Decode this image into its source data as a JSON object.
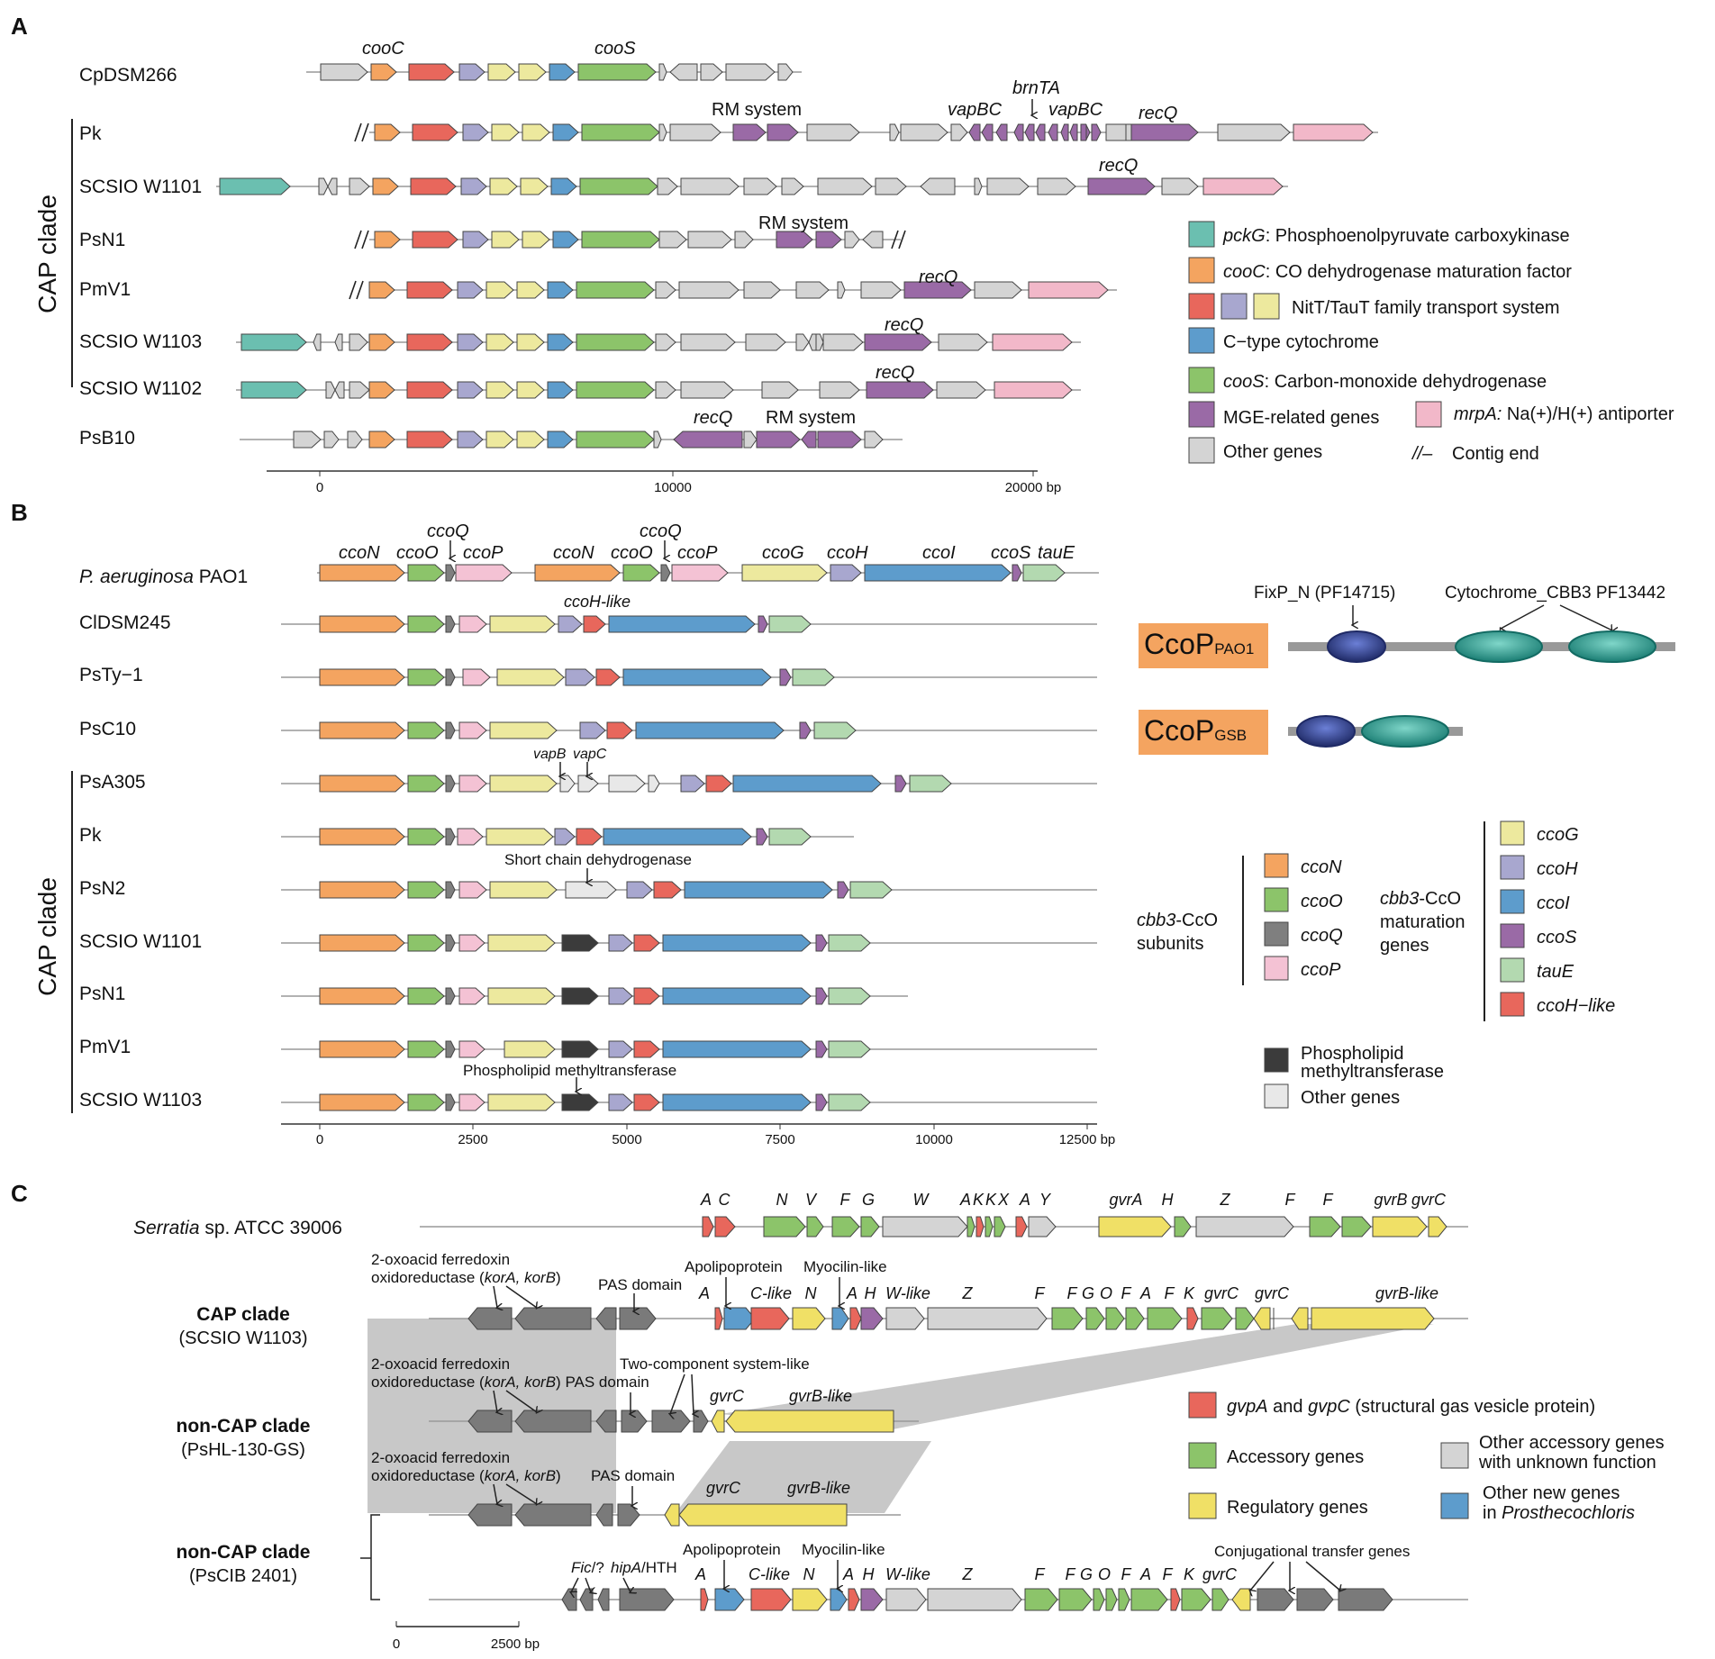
{
  "colors": {
    "pckG": "#6bbfb0",
    "cooC": "#f4a460",
    "nitA": "#e8675c",
    "nitB": "#a8a7cf",
    "nitC": "#ede99e",
    "cyt": "#5d9ccc",
    "cooS": "#8cc46a",
    "mge": "#9a6aa6",
    "mrpA": "#f2b8c9",
    "other": "#d4d4d4",
    "ccoN": "#f4a460",
    "ccoO": "#8cc46a",
    "ccoQ": "#7f7f7f",
    "ccoP": "#f4c2d4",
    "ccoG": "#ede99e",
    "ccoH": "#a8a7cf",
    "ccoI": "#5d9ccc",
    "ccoS": "#9a6aa6",
    "tauE": "#b3d9b0",
    "ccoHL": "#e8675c",
    "plmt": "#3b3b3b",
    "otherB": "#e8e8e8",
    "gvpAC": "#e8675c",
    "acc": "#8cc46a",
    "reg": "#f0e066",
    "unk": "#d4d4d4",
    "newg": "#5d9ccc",
    "dark": "#7a7a7a",
    "domainBox": "#f4a460",
    "fixP": "#2d3a8c",
    "cytCBB3": "#2aa198",
    "shade": "#c8c8c8"
  },
  "panels": {
    "a": "A",
    "b": "B",
    "c": "C"
  },
  "panelA": {
    "strains": [
      "CpDSM266",
      "Pk",
      "SCSIO W1101",
      "PsN1",
      "PmV1",
      "SCSIO W1103",
      "SCSIO W1102",
      "PsB10"
    ],
    "clade": "CAP clade",
    "gene_labels": {
      "cooC": "cooC",
      "cooS": "cooS",
      "rm": "RM system",
      "vapBC": "vapBC",
      "brnTA": "brnTA",
      "recQ": "recQ"
    },
    "axis": {
      "ticks": [
        "0",
        "10000",
        "20000 bp"
      ]
    },
    "legend": {
      "pckG_i": "pckG",
      "pckG_t": ": Phosphoenolpyruvate carboxykinase",
      "cooC_i": "cooC",
      "cooC_t": ": CO dehydrogenase maturation factor",
      "nit": "NitT/TauT family transport system",
      "cyt": "C−type cytochrome",
      "cooS_i": "cooS",
      "cooS_t": ": Carbon-monoxide dehydrogenase",
      "mge": "MGE-related genes",
      "mrpA_i": "mrpA:",
      "mrpA_t": " Na(+)/H(+) antiporter",
      "other": "Other genes",
      "contig_sym": "//–",
      "contig": "Contig end"
    }
  },
  "panelB": {
    "strain0_i": "P. aeruginosa",
    "strain0_t": " PAO1",
    "strains": [
      "ClDSM245",
      "PsTy−1",
      "PsC10",
      "PsA305",
      "Pk",
      "PsN2",
      "SCSIO W1101",
      "PsN1",
      "PmV1",
      "SCSIO W1103"
    ],
    "clade": "CAP clade",
    "gene_labels": {
      "ccoN": "ccoN",
      "ccoO": "ccoO",
      "ccoQ": "ccoQ",
      "ccoP": "ccoP",
      "ccoG": "ccoG",
      "ccoH": "ccoH",
      "ccoI": "ccoI",
      "ccoS": "ccoS",
      "tauE": "tauE",
      "ccoHlike": "ccoH-like",
      "vapB": "vapB",
      "vapC": "vapC",
      "scd": "Short chain dehydrogenase",
      "plmt": "Phospholipid methyltransferase"
    },
    "axis": {
      "ticks": [
        "0",
        "2500",
        "5000",
        "7500",
        "10000",
        "12500 bp"
      ]
    },
    "domains": {
      "fixp": "FixP_N (PF14715)",
      "cyt": "Cytochrome_CBB3  PF13442",
      "ccop": "CcoP",
      "pao1": "PAO1",
      "gsb": "GSB"
    },
    "legend": {
      "sub1_i": "cbb3",
      "sub1_t": "-CcO",
      "sub2": "subunits",
      "mat1_i": "cbb3",
      "mat1_t": "-CcO",
      "mat2": "maturation",
      "mat3": "genes",
      "ccoN": "ccoN",
      "ccoO": "ccoO",
      "ccoQ": "ccoQ",
      "ccoP": "ccoP",
      "ccoG": "ccoG",
      "ccoH": "ccoH",
      "ccoI": "ccoI",
      "ccoS": "ccoS",
      "tauE": "tauE",
      "ccoHlike": "ccoH−like",
      "plmt1": "Phospholipid",
      "plmt2": "methyltransferase",
      "other": "Other genes"
    }
  },
  "panelC": {
    "ref_i": "Serratia",
    "ref_t": " sp. ATCC 39006",
    "cap1": "CAP clade",
    "cap2": "(SCSIO W1103)",
    "non1": "non-CAP clade",
    "non1s": "(PsHL-130-GS)",
    "non2": "non-CAP clade",
    "non2s": "(PsCIB 2401)",
    "ref_genes": [
      "A",
      "C",
      "N",
      "V",
      "F",
      "G",
      "W",
      "A",
      "K",
      "K",
      "X",
      "A",
      "Y",
      "gvrA",
      "H",
      "Z",
      "F",
      "F",
      "gvrB",
      "gvrC"
    ],
    "cap_genes": [
      "A",
      "C-like",
      "N",
      "A",
      "H",
      "W-like",
      "Z",
      "F",
      "F",
      "G",
      "O",
      "F",
      "A",
      "F",
      "K",
      "gvrC",
      "gvrC",
      "gvrB-like"
    ],
    "last_genes": [
      "A",
      "C-like",
      "N",
      "A",
      "H",
      "W-like",
      "Z",
      "F",
      "F",
      "G",
      "O",
      "F",
      "A",
      "F",
      "K",
      "gvrC"
    ],
    "ann": {
      "oxo1": "2-oxoacid ferredoxin",
      "oxo2a": "oxidoreductase (",
      "oxo2b": "korA, korB",
      "oxo2c": ")",
      "pas": "PAS domain",
      "apo": "Apolipoprotein",
      "myo": "Myocilin-like",
      "two": "Two-component system-like",
      "pas2": "PAS domain",
      "gvrC": "gvrC",
      "gvrBlike": "gvrB-like",
      "fic": "Fic",
      "fic2": "/?",
      "hipA": "hipA",
      "hipA2": "/HTH",
      "conj": "Conjugational transfer genes"
    },
    "scale": "2500 bp",
    "scale0": "0",
    "legend": {
      "gvp_i1": "gvpA",
      "gvp_t1": " and ",
      "gvp_i2": "gvpC",
      "gvp_t2": " (structural gas vesicle protein)",
      "acc": "Accessory genes",
      "reg": "Regulatory genes",
      "unk1": "Other accessory genes",
      "unk2": "with unknown function",
      "new1": "Other new genes",
      "new2a": "in ",
      "new2b": "Prosthecochloris"
    }
  }
}
